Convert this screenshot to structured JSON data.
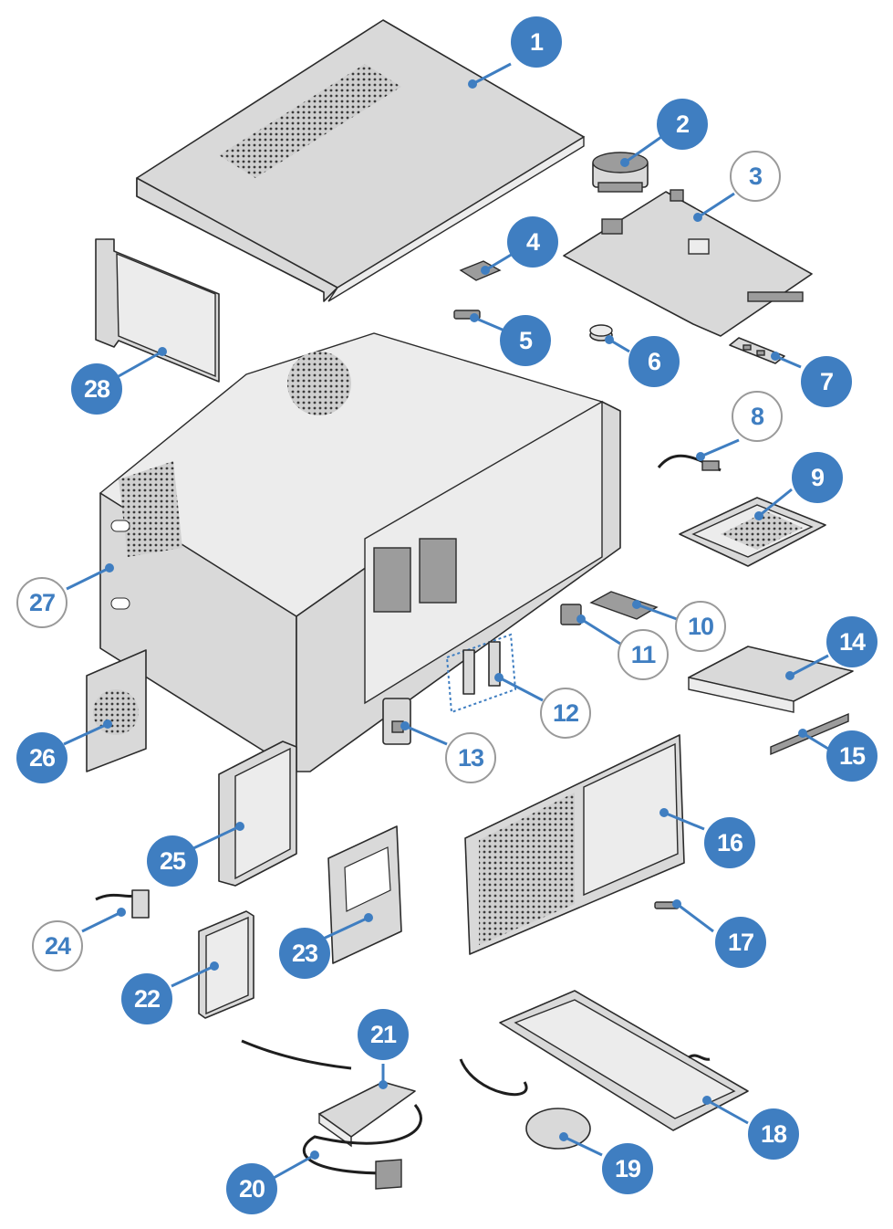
{
  "colors": {
    "callout_fill": "#3f7ec1",
    "callout_text_outline": "#3f7ec1",
    "part_fill": "#d9d9d9",
    "line": "#2b2b2b"
  },
  "callouts": [
    {
      "id": "c1",
      "label": "1",
      "style": "filled",
      "part": "top-cover"
    },
    {
      "id": "c2",
      "label": "2",
      "style": "filled",
      "part": "heat-sink-fan"
    },
    {
      "id": "c3",
      "label": "3",
      "style": "outline",
      "part": "system-board"
    },
    {
      "id": "c4",
      "label": "4",
      "style": "filled",
      "part": "m2-module"
    },
    {
      "id": "c5",
      "label": "5",
      "style": "filled",
      "part": "m2-bracket"
    },
    {
      "id": "c6",
      "label": "6",
      "style": "filled",
      "part": "coin-battery"
    },
    {
      "id": "c7",
      "label": "7",
      "style": "filled",
      "part": "memory-module"
    },
    {
      "id": "c8",
      "label": "8",
      "style": "outline",
      "part": "cable"
    },
    {
      "id": "c9",
      "label": "9",
      "style": "filled",
      "part": "drive-bracket"
    },
    {
      "id": "c10",
      "label": "10",
      "style": "outline",
      "part": "small-board"
    },
    {
      "id": "c11",
      "label": "11",
      "style": "outline",
      "part": "switch"
    },
    {
      "id": "c12",
      "label": "12",
      "style": "outline",
      "part": "sensor-cables"
    },
    {
      "id": "c13",
      "label": "13",
      "style": "outline",
      "part": "cover-sensor"
    },
    {
      "id": "c14",
      "label": "14",
      "style": "filled",
      "part": "optical-drive"
    },
    {
      "id": "c15",
      "label": "15",
      "style": "filled",
      "part": "optical-bezel"
    },
    {
      "id": "c16",
      "label": "16",
      "style": "filled",
      "part": "front-bezel"
    },
    {
      "id": "c17",
      "label": "17",
      "style": "filled",
      "part": "small-part"
    },
    {
      "id": "c18",
      "label": "18",
      "style": "filled",
      "part": "keyboard"
    },
    {
      "id": "c19",
      "label": "19",
      "style": "filled",
      "part": "mouse"
    },
    {
      "id": "c20",
      "label": "20",
      "style": "filled",
      "part": "power-cord"
    },
    {
      "id": "c21",
      "label": "21",
      "style": "filled",
      "part": "power-adapter"
    },
    {
      "id": "c22",
      "label": "22",
      "style": "filled",
      "part": "ssd"
    },
    {
      "id": "c23",
      "label": "23",
      "style": "filled",
      "part": "hdd-bracket"
    },
    {
      "id": "c24",
      "label": "24",
      "style": "outline",
      "part": "sata-cable"
    },
    {
      "id": "c25",
      "label": "25",
      "style": "filled",
      "part": "hdd"
    },
    {
      "id": "c26",
      "label": "26",
      "style": "filled",
      "part": "fan-assembly"
    },
    {
      "id": "c27",
      "label": "27",
      "style": "outline",
      "part": "chassis"
    },
    {
      "id": "c28",
      "label": "28",
      "style": "filled",
      "part": "pci-card"
    }
  ]
}
